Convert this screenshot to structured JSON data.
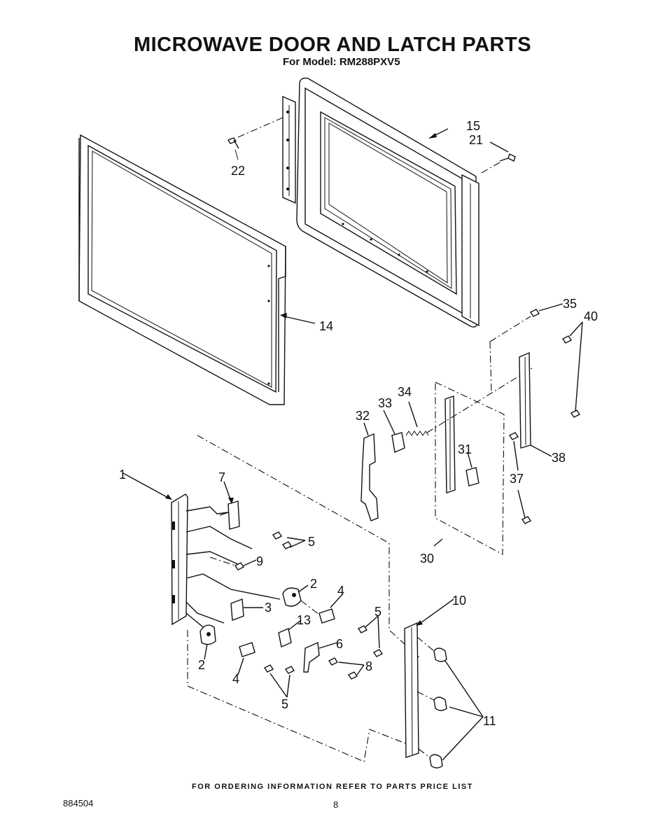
{
  "header": {
    "title": "MICROWAVE DOOR AND LATCH PARTS",
    "subtitle": "For Model: RM288PXV5"
  },
  "callouts": [
    "1",
    "2",
    "3",
    "4",
    "5",
    "6",
    "7",
    "8",
    "9",
    "10",
    "11",
    "13",
    "14",
    "15",
    "21",
    "22",
    "30",
    "31",
    "32",
    "33",
    "34",
    "35",
    "37",
    "38",
    "40"
  ],
  "footer": {
    "ordering_note": "FOR ORDERING INFORMATION REFER TO PARTS PRICE LIST",
    "doc_number": "884504",
    "page_number": "8"
  }
}
